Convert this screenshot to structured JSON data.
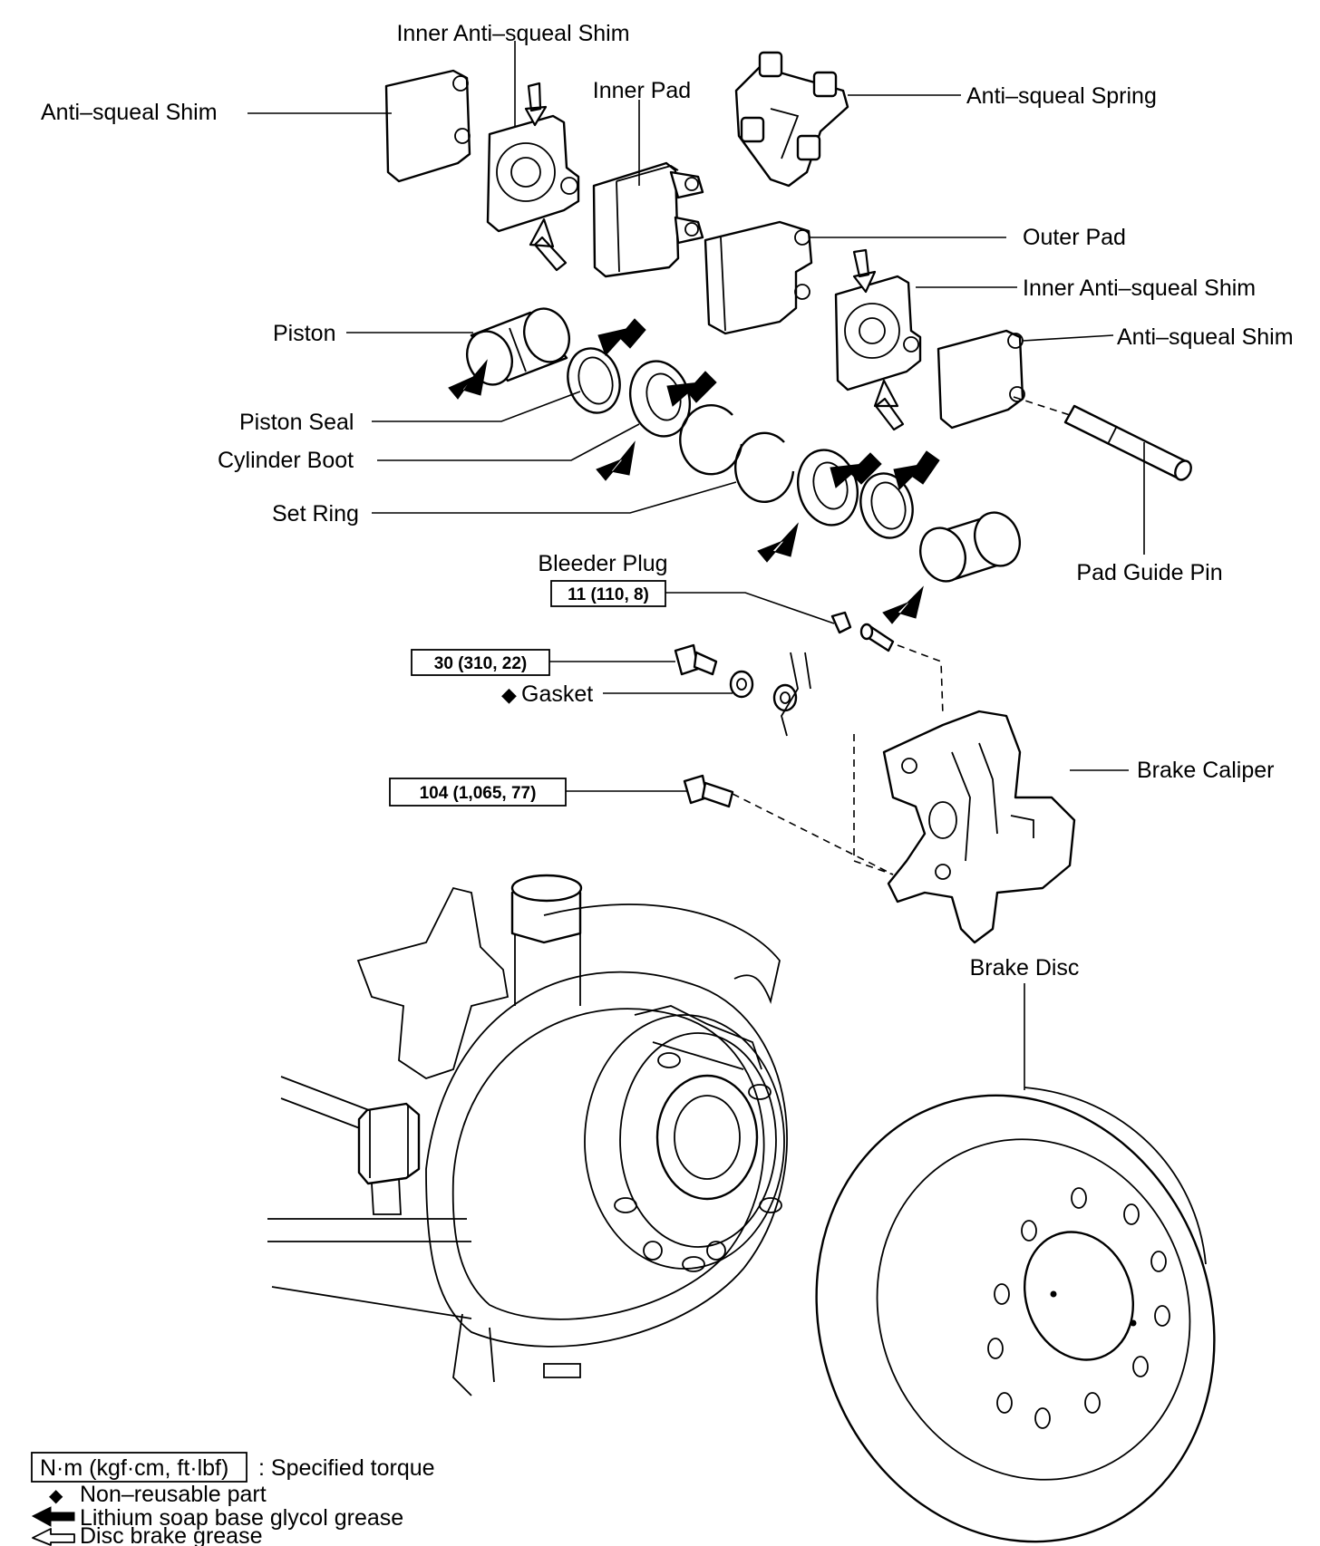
{
  "labels": {
    "inner_shim_top": "Inner Anti–squeal Shim",
    "shim_left": "Anti–squeal Shim",
    "inner_pad": "Inner Pad",
    "spring": "Anti–squeal Spring",
    "outer_pad": "Outer Pad",
    "inner_shim_right": "Inner Anti–squeal Shim",
    "shim_right": "Anti–squeal Shim",
    "piston": "Piston",
    "piston_seal": "Piston Seal",
    "cylinder_boot": "Cylinder Boot",
    "set_ring": "Set Ring",
    "bleeder_plug": "Bleeder Plug",
    "pad_guide_pin": "Pad Guide Pin",
    "gasket": "Gasket",
    "gasket_marker": "◆",
    "brake_caliper": "Brake Caliper",
    "brake_disc": "Brake Disc"
  },
  "torques": {
    "bleeder": "11 (110, 8)",
    "union_bolt": "30 (310, 22)",
    "caliper_bolt": "104 (1,065, 77)"
  },
  "legend": {
    "torque_unit": "N·m (kgf·cm, ft·lbf)",
    "torque_desc": ": Specified torque",
    "nonreusable_marker": "◆",
    "nonreusable": "Non–reusable part",
    "lithium": "Lithium soap base glycol grease",
    "disc_grease": "Disc brake grease"
  }
}
